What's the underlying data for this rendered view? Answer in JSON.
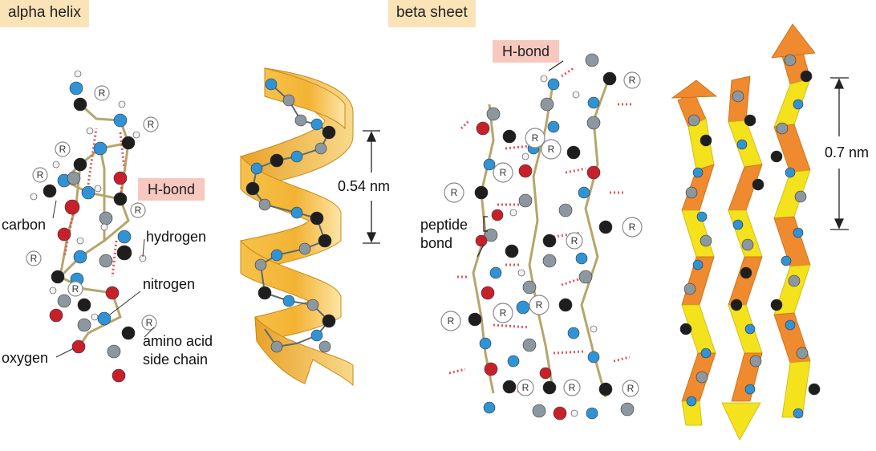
{
  "panels": {
    "alpha": {
      "title": "alpha helix",
      "hbond": "H-bond",
      "labels": {
        "carbon": "carbon",
        "hydrogen": "hydrogen",
        "nitrogen": "nitrogen",
        "oxygen": "oxygen",
        "side_chain_1": "amino acid",
        "side_chain_2": "side chain"
      },
      "ribbon_dimension": "0.54 nm"
    },
    "beta": {
      "title": "beta sheet",
      "hbond": "H-bond",
      "labels": {
        "peptide_1": "peptide",
        "peptide_2": "bond"
      },
      "ribbon_dimension": "0.7 nm"
    }
  },
  "side_group_letter": "R",
  "colors": {
    "label_bg": "#fbe3b8",
    "hbond_bg": "#f7c8bf",
    "carbon": "#1e1e1e",
    "nitrogen": "#2f93d6",
    "oxygen": "#c8202a",
    "alpha_carbon": "#8c979f",
    "hydrogen": "#f2f2f2",
    "helix_ribbon": "#f3b334",
    "strand_yellow": "#f4e21c",
    "strand_orange": "#ef8a2e"
  }
}
